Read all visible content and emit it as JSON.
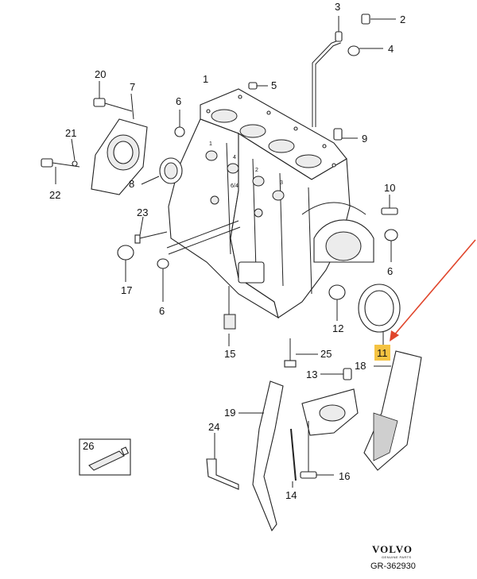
{
  "callouts": {
    "c1": "1",
    "c2": "2",
    "c3": "3",
    "c4": "4",
    "c5": "5",
    "c6a": "6",
    "c6b": "6",
    "c6c": "6",
    "c7": "7",
    "c8": "8",
    "c9": "9",
    "c10": "10",
    "c11": "11",
    "c12": "12",
    "c13": "13",
    "c14": "14",
    "c15": "15",
    "c16": "16",
    "c17": "17",
    "c18": "18",
    "c19": "19",
    "c20": "20",
    "c21": "21",
    "c22": "22",
    "c23": "23",
    "c24": "24",
    "c25": "25",
    "c26": "26"
  },
  "block_marks": {
    "m1": "1",
    "m2": "2",
    "m3": "3",
    "m4": "4",
    "m5": "6/4"
  },
  "highlight_color": "#f5c342",
  "arrow_color": "#e0452b",
  "brand": {
    "name": "VOLVO",
    "tagline": "GENUINE PARTS",
    "code": "GR-362930"
  }
}
